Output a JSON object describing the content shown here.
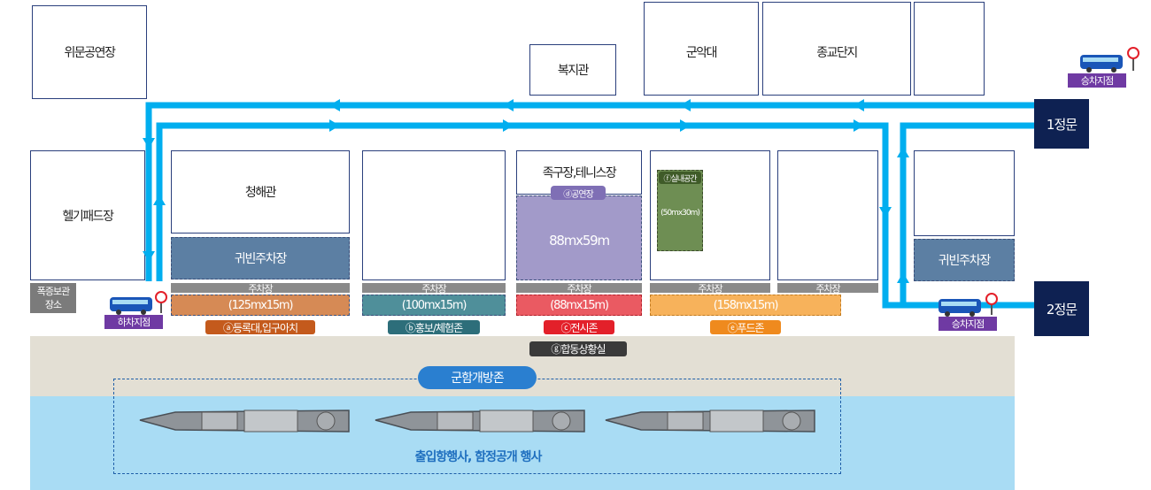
{
  "buildings": {
    "performance_hall": "위문공연장",
    "welfare_hall": "복지관",
    "military_band": "군악대",
    "religious_complex": "종교단지",
    "helipad": "헬기패드장",
    "cheonghae_hall": "청해관",
    "sports_field": "족구장,테니스장"
  },
  "parking": {
    "vip_label": "귀빈주차장",
    "strip_label": "주차장"
  },
  "zones": {
    "a_size": "(125mx15m)",
    "b_size": "(100mx15m)",
    "c_size": "(88mx15m)",
    "e_size": "(158mx15m)",
    "d_tag": "ⓓ공연장",
    "d_size": "88mx59m",
    "f_tag": "ⓕ실내공간",
    "f_size": "(50mx30m)"
  },
  "tags": {
    "a": "ⓐ등록대,입구아치",
    "b": "ⓑ홍보/체험존",
    "c": "ⓒ전시존",
    "e": "ⓔ푸드존",
    "g": "ⓖ합동상황실",
    "warship_zone": "군함개방존"
  },
  "gates": {
    "gate1": "1정문",
    "gate2": "2정문"
  },
  "stops": {
    "dropoff": "하차지점",
    "pickup_top": "승차지점",
    "pickup_bottom": "승차지점"
  },
  "misc": {
    "explosive_storage_line1": "폭증보관",
    "explosive_storage_line2": "장소",
    "sea_caption": "출입항행사, 함정공개 행사"
  },
  "colors": {
    "route": "#00aeef",
    "zone_a": "#d68a55",
    "zone_b": "#4f8f9a",
    "zone_c": "#ea5a62",
    "zone_e": "#f7b25b",
    "zone_d": "#a29ac9",
    "zone_f": "#6e8e53",
    "vip_parking": "#5c7fa3",
    "gate": "#0e2152",
    "sea": "#a9dcf4",
    "pier": "#e3dfd4"
  },
  "icons": [
    "bus-icon",
    "bus-stop-icon",
    "arrow-icon",
    "warship-icon"
  ]
}
